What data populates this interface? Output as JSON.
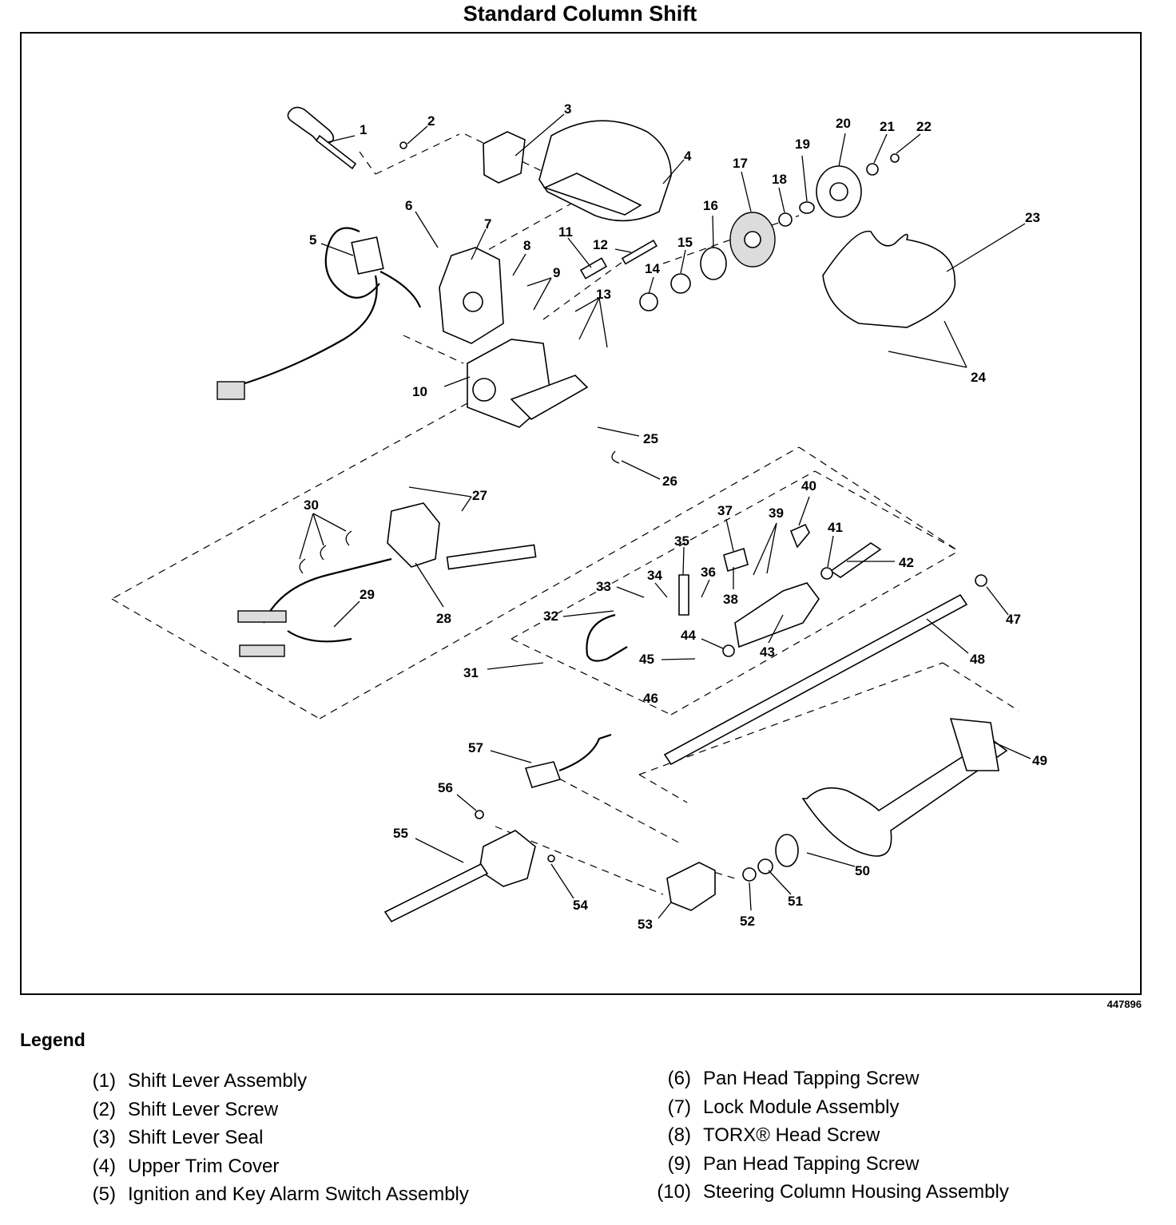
{
  "title": "Standard Column Shift",
  "figure_id": "447896",
  "legend_heading": "Legend",
  "legend_left": [
    {
      "num": "(1)",
      "label": "Shift Lever Assembly"
    },
    {
      "num": "(2)",
      "label": "Shift Lever Screw"
    },
    {
      "num": "(3)",
      "label": "Shift Lever Seal"
    },
    {
      "num": "(4)",
      "label": "Upper Trim Cover"
    },
    {
      "num": "(5)",
      "label": "Ignition and Key Alarm Switch Assembly"
    }
  ],
  "legend_right": [
    {
      "num": "(6)",
      "label": "Pan Head Tapping Screw"
    },
    {
      "num": "(7)",
      "label": "Lock Module Assembly"
    },
    {
      "num": "(8)",
      "label": "TORX® Head Screw"
    },
    {
      "num": "(9)",
      "label": "Pan Head Tapping Screw"
    },
    {
      "num": "(10)",
      "label": "Steering Column Housing Assembly"
    }
  ],
  "callouts": [
    "1",
    "2",
    "3",
    "4",
    "5",
    "6",
    "7",
    "8",
    "9",
    "10",
    "11",
    "12",
    "13",
    "14",
    "15",
    "16",
    "17",
    "18",
    "19",
    "20",
    "21",
    "22",
    "23",
    "24",
    "25",
    "26",
    "27",
    "28",
    "29",
    "30",
    "31",
    "32",
    "33",
    "34",
    "35",
    "36",
    "37",
    "38",
    "39",
    "40",
    "41",
    "42",
    "43",
    "44",
    "45",
    "46",
    "47",
    "48",
    "49",
    "50",
    "51",
    "52",
    "53",
    "54",
    "55",
    "56",
    "57"
  ]
}
